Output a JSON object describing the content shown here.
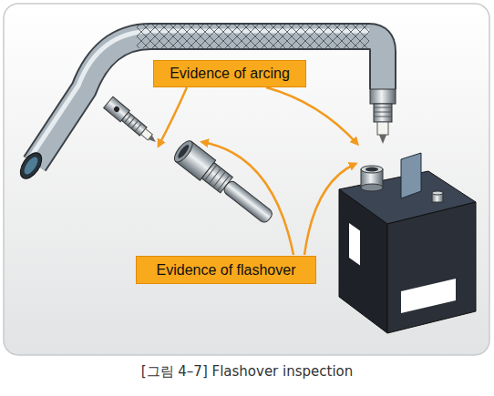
{
  "diagram": {
    "caption": "[그림 4–7] Flashover inspection",
    "nodes": [
      {
        "text": [
          "Evidence of arcing"
        ]
      },
      {
        "text": [
          "Evidence of flashover"
        ]
      }
    ]
  }
}
